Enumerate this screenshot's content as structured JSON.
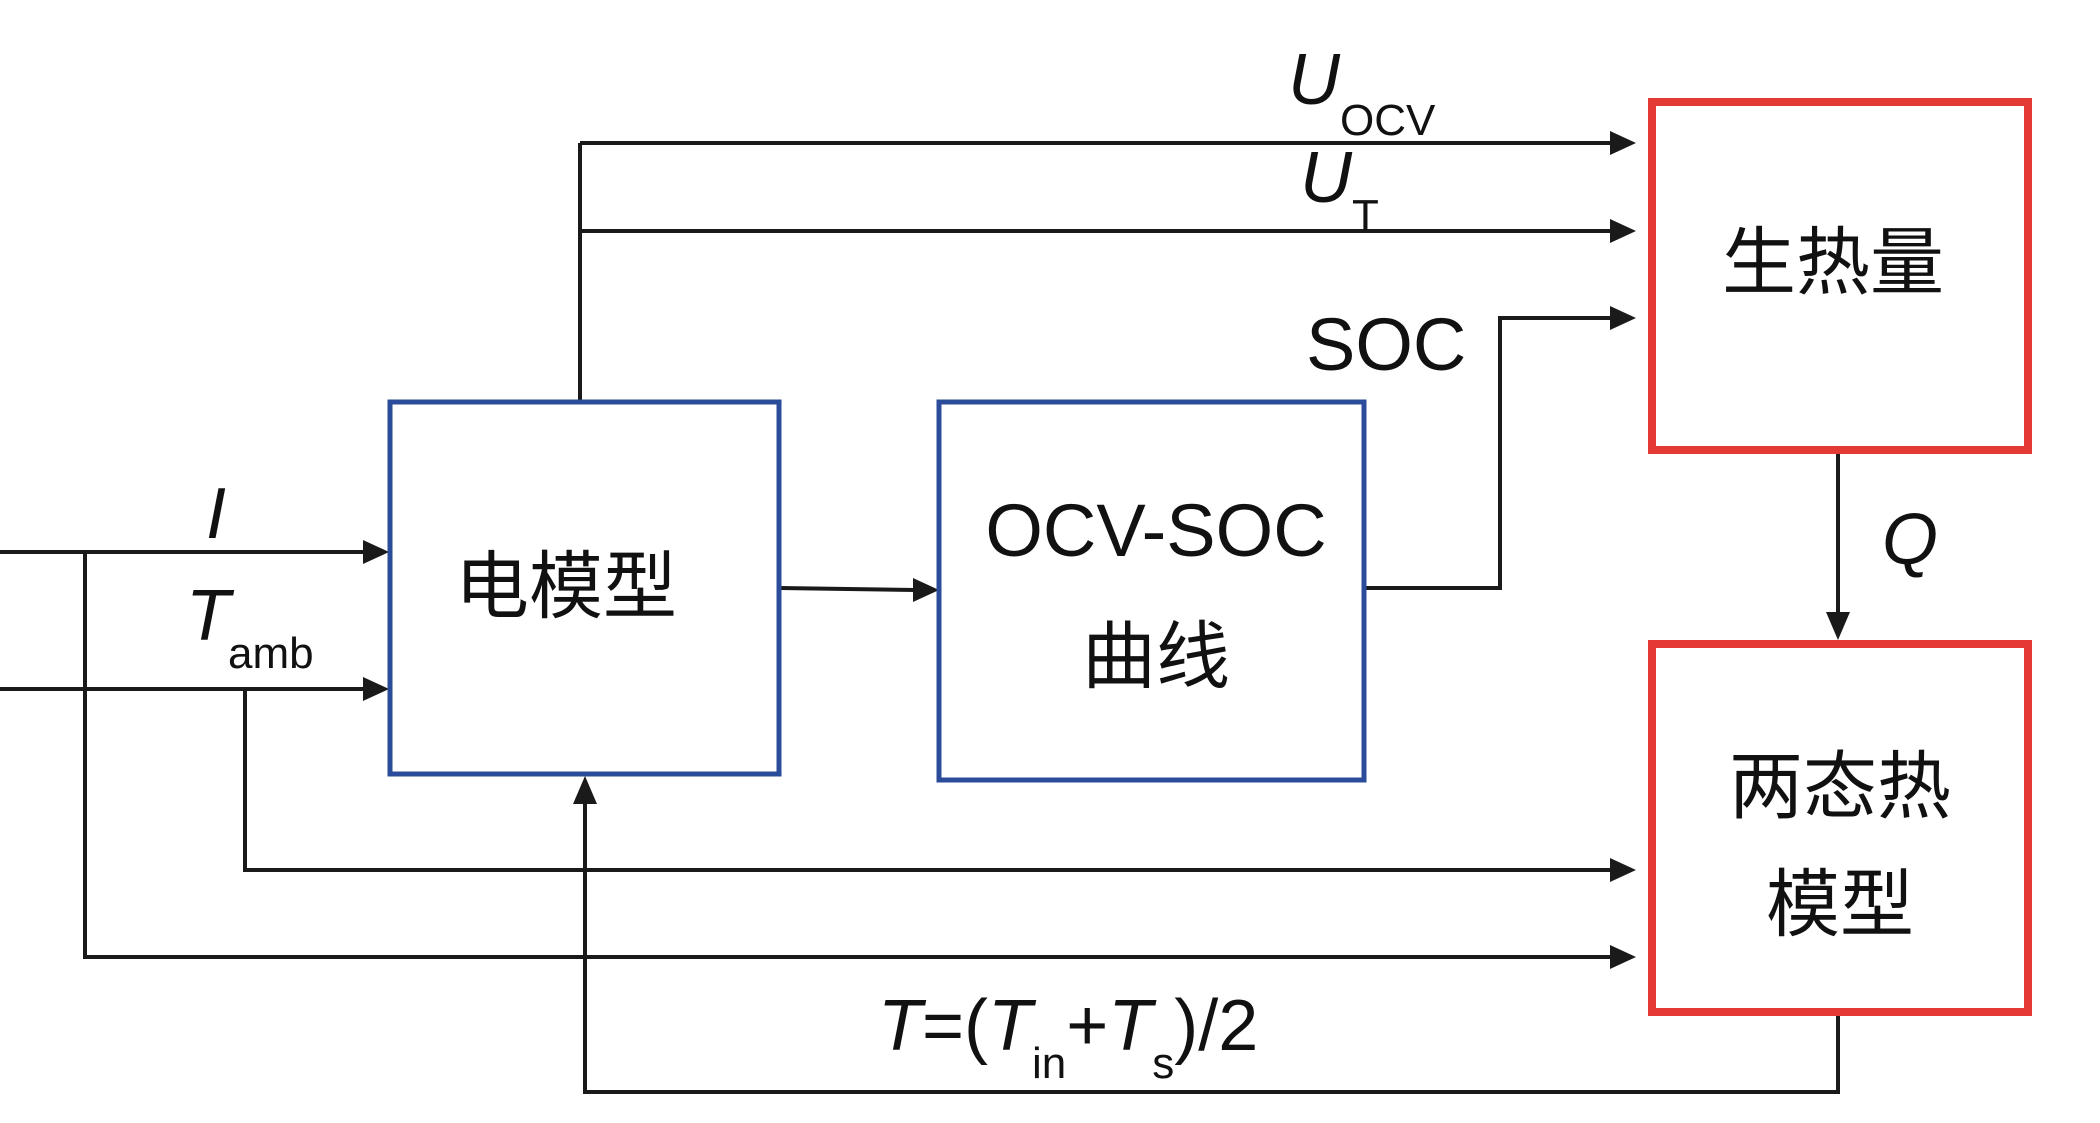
{
  "diagram": {
    "blocks": {
      "electrical_model": "电模型",
      "ocv_soc_curve_line1": "OCV-SOC",
      "ocv_soc_curve_line2": "曲线",
      "heat_generation": "生热量",
      "two_state_thermal_line1": "两态热",
      "two_state_thermal_line2": "模型"
    },
    "signals": {
      "current": "I",
      "ambient_temp_main": "T",
      "ambient_temp_sub": "amb",
      "ocv_voltage_main": "U",
      "ocv_voltage_sub": "OCV",
      "terminal_voltage_main": "U",
      "terminal_voltage_sub": "T",
      "soc": "SOC",
      "heat": "Q",
      "feedback_T": "T",
      "feedback_eq_open": "=(",
      "feedback_Tin_main": "T",
      "feedback_Tin_sub": "in",
      "feedback_plus": "+",
      "feedback_Ts_main": "T",
      "feedback_Ts_sub": "s",
      "feedback_close": ")/2"
    },
    "colors": {
      "electrical_blocks": "#2b4c9b",
      "thermal_blocks": "#e53935",
      "wires": "#1a1a1a"
    }
  }
}
